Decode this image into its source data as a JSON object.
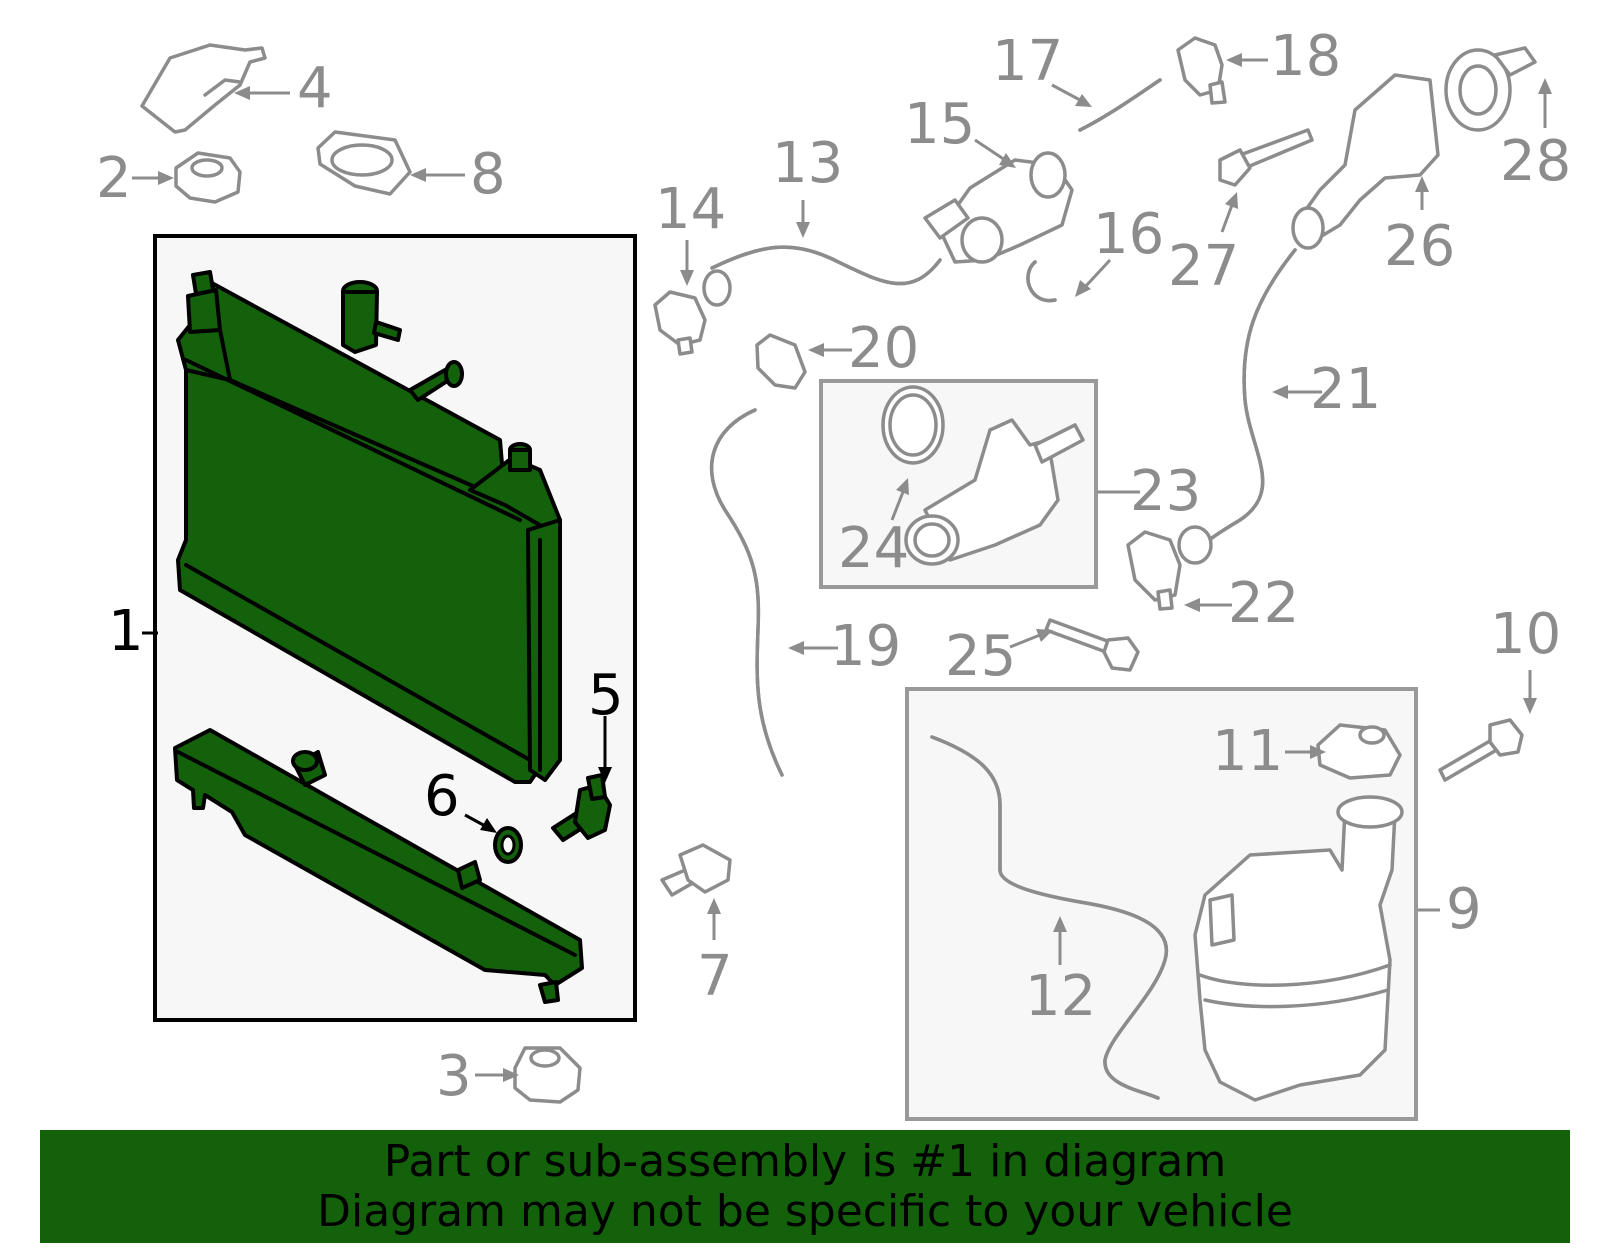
{
  "colors": {
    "highlight": "#13620b",
    "parts": "#8c8c8c",
    "callout_highlight": "#000000",
    "banner_bg": "#13620b",
    "banner_text": "#000000"
  },
  "callouts": {
    "c1": "1",
    "c2": "2",
    "c3": "3",
    "c4": "4",
    "c5": "5",
    "c6": "6",
    "c7": "7",
    "c8": "8",
    "c9": "9",
    "c10": "10",
    "c11": "11",
    "c12": "12",
    "c13": "13",
    "c14": "14",
    "c15": "15",
    "c16": "16",
    "c17": "17",
    "c18": "18",
    "c19": "19",
    "c20": "20",
    "c21": "21",
    "c22": "22",
    "c23": "23",
    "c24": "24",
    "c25": "25",
    "c26": "26",
    "c27": "27",
    "c28": "28"
  },
  "highlighted_parts": [
    "1",
    "5",
    "6"
  ],
  "footer": {
    "line1": "Part or sub-assembly is #1 in diagram",
    "line2": "Diagram may not be specific to your vehicle"
  }
}
